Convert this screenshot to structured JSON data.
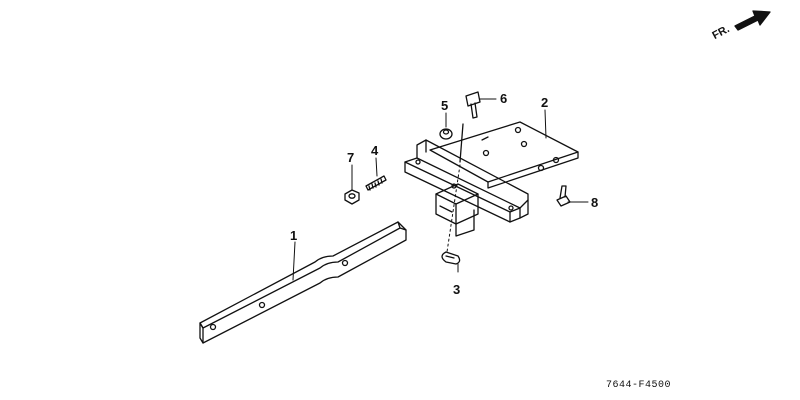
{
  "direction_label": "FR.",
  "diagram_code": "7644-F4500",
  "parts": [
    {
      "number": "1",
      "name": "bar-arm"
    },
    {
      "number": "2",
      "name": "hitch-bracket"
    },
    {
      "number": "3",
      "name": "clip"
    },
    {
      "number": "4",
      "name": "threaded-stud"
    },
    {
      "number": "5",
      "name": "collar"
    },
    {
      "number": "6",
      "name": "pin"
    },
    {
      "number": "7",
      "name": "nut"
    },
    {
      "number": "8",
      "name": "bolt"
    }
  ]
}
